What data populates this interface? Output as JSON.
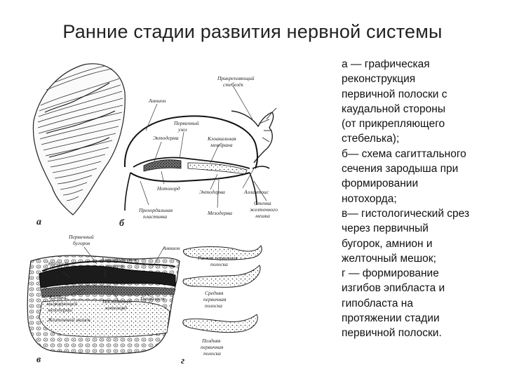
{
  "slide": {
    "title": "Ранние стадии развития нервной системы",
    "description_lines": [
      "а — графическая",
      "реконструкция",
      "первичной полоски с",
      "каудальной стороны",
      "(от прикрепляющего",
      "стебелька);",
      "б— схема сагиттального",
      "сечения зародыша при",
      "формировании",
      "нотохорда;",
      "в— гистологический срез",
      "через первичный",
      "бугорок, амнион и",
      "желточный мешок;",
      "г — формирование",
      "изгибов эпибласта и",
      "гипобласта на",
      "протяжении стадии",
      "первичной полоски."
    ]
  },
  "figure": {
    "panel_letters": {
      "a": "а",
      "b": "б",
      "c": "в",
      "d": "г"
    },
    "labels_b": {
      "stalk": [
        "Прикрепляющий",
        "стебелёк"
      ],
      "amnion": "Амнион",
      "primary_node": [
        "Первичный",
        "узел"
      ],
      "ectoderm": "Эктодерма",
      "cloacal_membrane": [
        "Клоакальная",
        "мембрана"
      ],
      "notochord": "Нотохорд",
      "endoderm": "Энтодерма",
      "allantois": "Аллантоис",
      "prechordal_plate": [
        "Прехордальная",
        "пластинка"
      ],
      "mesoderm": "Мезодерма",
      "yolk_sac_wall": [
        "Стенка",
        "желточного",
        "мешка"
      ]
    },
    "labels_c": {
      "primary_tubercle": [
        "Первичный",
        "бугорок"
      ],
      "amnion": "Амнион",
      "epiblast": "Эпибласт",
      "amniotic_cavity": [
        "Амниотическая",
        "полость"
      ],
      "mesoderm_cells": [
        "Клетки",
        "мигрирующей",
        "мезодермы"
      ],
      "notochord_process": [
        "Постоянный",
        "нотохорд"
      ],
      "hypoblast": "Гипобласт",
      "yolk_sac": "Желточный мешок"
    },
    "labels_d": {
      "early": [
        "Ранняя первичная",
        "полоска"
      ],
      "middle": [
        "Средняя",
        "первичная",
        "полоска"
      ],
      "late": [
        "Поздняя",
        "первичная",
        "полоска"
      ]
    }
  }
}
